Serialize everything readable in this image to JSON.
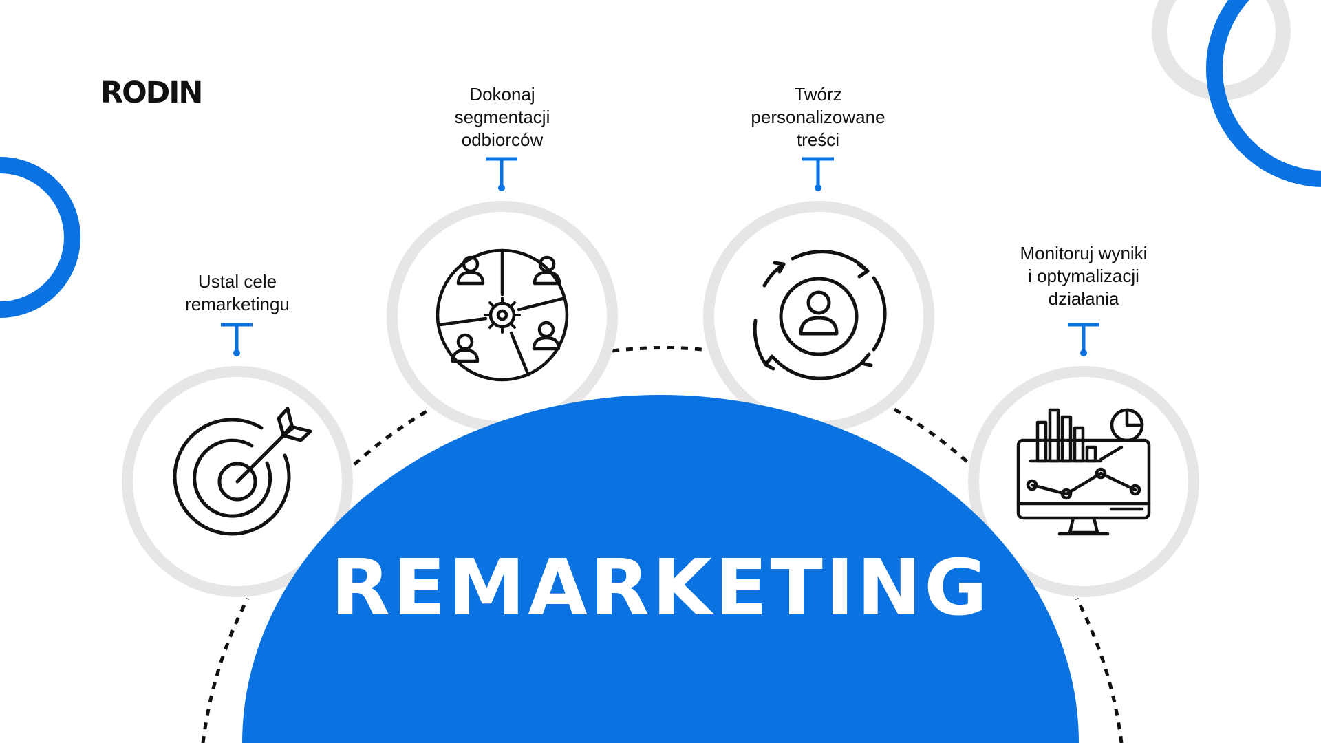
{
  "brand": {
    "logo": "RODIN"
  },
  "colors": {
    "accent": "#0A72E1",
    "ring": "#E6E6E6",
    "ink": "#111111",
    "background": "#FFFFFF"
  },
  "center": {
    "title": "REMARKETING"
  },
  "steps": [
    {
      "icon": "target-arrow-icon",
      "lines": [
        "Ustal cele",
        "remarketingu"
      ]
    },
    {
      "icon": "audience-segmentation-icon",
      "lines": [
        "Dokonaj",
        "segmentacji",
        "odbiorców"
      ]
    },
    {
      "icon": "personalization-cycle-icon",
      "lines": [
        "Twórz",
        "personalizowane",
        "treści"
      ]
    },
    {
      "icon": "analytics-monitor-icon",
      "lines": [
        "Monitoruj wyniki",
        "i optymalizacji",
        "działania"
      ]
    }
  ]
}
